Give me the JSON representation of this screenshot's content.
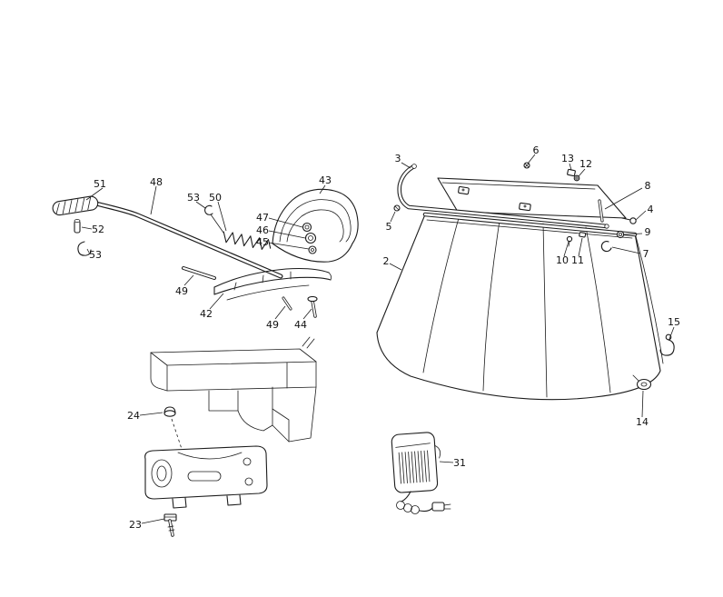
{
  "page": {
    "background": "#ffffff",
    "line_color": "#1c1c1c",
    "description": "Exploded spare-parts diagram: grass catcher, opening lever and battery charger"
  },
  "callouts": [
    {
      "part": "51"
    },
    {
      "part": "48"
    },
    {
      "part": "52"
    },
    {
      "part": "53"
    },
    {
      "part": "53"
    },
    {
      "part": "50"
    },
    {
      "part": "43"
    },
    {
      "part": "47"
    },
    {
      "part": "46"
    },
    {
      "part": "45"
    },
    {
      "part": "49"
    },
    {
      "part": "42"
    },
    {
      "part": "49"
    },
    {
      "part": "44"
    },
    {
      "part": "24"
    },
    {
      "part": "23"
    },
    {
      "part": "3"
    },
    {
      "part": "5"
    },
    {
      "part": "2"
    },
    {
      "part": "6"
    },
    {
      "part": "13"
    },
    {
      "part": "12"
    },
    {
      "part": "8"
    },
    {
      "part": "4"
    },
    {
      "part": "9"
    },
    {
      "part": "7"
    },
    {
      "part": "10"
    },
    {
      "part": "11"
    },
    {
      "part": "15"
    },
    {
      "part": "14"
    },
    {
      "part": "31"
    }
  ]
}
